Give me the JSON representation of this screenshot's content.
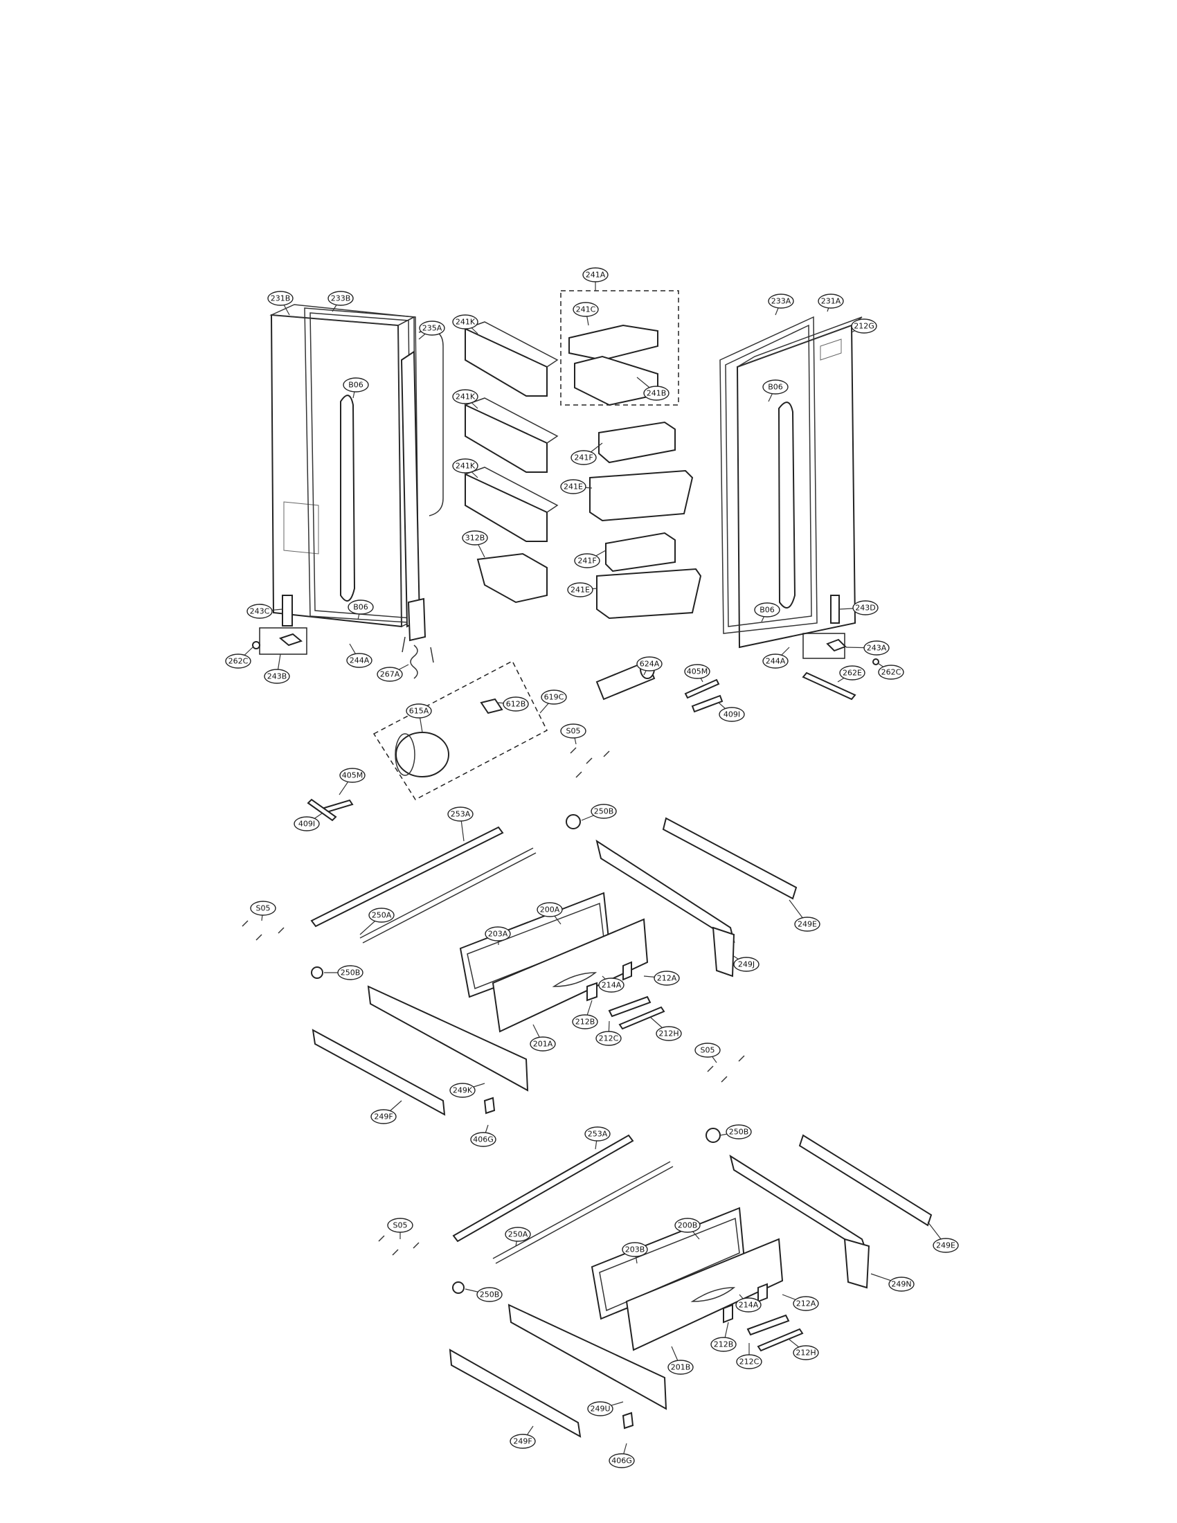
{
  "callouts": [
    {
      "id": "231B",
      "label": "231B"
    },
    {
      "id": "233B",
      "label": "233B"
    },
    {
      "id": "235A",
      "label": "235A"
    },
    {
      "id": "241A",
      "label": "241A"
    },
    {
      "id": "241C",
      "label": "241C"
    },
    {
      "id": "241B",
      "label": "241B"
    },
    {
      "id": "241K-1",
      "label": "241K"
    },
    {
      "id": "241K-2",
      "label": "241K"
    },
    {
      "id": "241K-3",
      "label": "241K"
    },
    {
      "id": "241F-1",
      "label": "241F"
    },
    {
      "id": "241E-1",
      "label": "241E"
    },
    {
      "id": "241F-2",
      "label": "241F"
    },
    {
      "id": "241E-2",
      "label": "241E"
    },
    {
      "id": "312B",
      "label": "312B"
    },
    {
      "id": "233A",
      "label": "233A"
    },
    {
      "id": "231A",
      "label": "231A"
    },
    {
      "id": "212G",
      "label": "212G"
    },
    {
      "id": "B06-L",
      "label": "B06"
    },
    {
      "id": "B06-L2",
      "label": "B06"
    },
    {
      "id": "B06-R",
      "label": "B06"
    },
    {
      "id": "B06-R2",
      "label": "B06"
    },
    {
      "id": "243C",
      "label": "243C"
    },
    {
      "id": "243D",
      "label": "243D"
    },
    {
      "id": "262C-L",
      "label": "262C"
    },
    {
      "id": "243B",
      "label": "243B"
    },
    {
      "id": "244A-L",
      "label": "244A"
    },
    {
      "id": "267A",
      "label": "267A"
    },
    {
      "id": "244A-R",
      "label": "244A"
    },
    {
      "id": "243A",
      "label": "243A"
    },
    {
      "id": "262C-R",
      "label": "262C"
    },
    {
      "id": "262E",
      "label": "262E"
    },
    {
      "id": "624A",
      "label": "624A"
    },
    {
      "id": "405M-1",
      "label": "405M"
    },
    {
      "id": "409I-1",
      "label": "409I"
    },
    {
      "id": "615A",
      "label": "615A"
    },
    {
      "id": "612B",
      "label": "612B"
    },
    {
      "id": "619C",
      "label": "619C"
    },
    {
      "id": "S05-1",
      "label": "S05"
    },
    {
      "id": "405M-2",
      "label": "405M"
    },
    {
      "id": "409I-2",
      "label": "409I"
    },
    {
      "id": "253A-1",
      "label": "253A"
    },
    {
      "id": "250B-1",
      "label": "250B"
    },
    {
      "id": "250A-1",
      "label": "250A"
    },
    {
      "id": "S05-2",
      "label": "S05"
    },
    {
      "id": "200A",
      "label": "200A"
    },
    {
      "id": "203A",
      "label": "203A"
    },
    {
      "id": "249E-1",
      "label": "249E"
    },
    {
      "id": "249J",
      "label": "249J"
    },
    {
      "id": "250B-2",
      "label": "250B"
    },
    {
      "id": "214A-1",
      "label": "214A"
    },
    {
      "id": "212A-1",
      "label": "212A"
    },
    {
      "id": "212B-1",
      "label": "212B"
    },
    {
      "id": "201A",
      "label": "201A"
    },
    {
      "id": "212C-1",
      "label": "212C"
    },
    {
      "id": "212H-1",
      "label": "212H"
    },
    {
      "id": "S05-3",
      "label": "S05"
    },
    {
      "id": "249K",
      "label": "249K"
    },
    {
      "id": "249F-1",
      "label": "249F"
    },
    {
      "id": "406G-1",
      "label": "406G"
    },
    {
      "id": "253A-2",
      "label": "253A"
    },
    {
      "id": "250B-3",
      "label": "250B"
    },
    {
      "id": "S05-4",
      "label": "S05"
    },
    {
      "id": "250A-2",
      "label": "250A"
    },
    {
      "id": "200B",
      "label": "200B"
    },
    {
      "id": "203B",
      "label": "203B"
    },
    {
      "id": "249E-2",
      "label": "249E"
    },
    {
      "id": "249N",
      "label": "249N"
    },
    {
      "id": "250B-4",
      "label": "250B"
    },
    {
      "id": "214A-2",
      "label": "214A"
    },
    {
      "id": "212A-2",
      "label": "212A"
    },
    {
      "id": "212B-2",
      "label": "212B"
    },
    {
      "id": "201B",
      "label": "201B"
    },
    {
      "id": "212C-2",
      "label": "212C"
    },
    {
      "id": "212H-2",
      "label": "212H"
    },
    {
      "id": "249U",
      "label": "249U"
    },
    {
      "id": "249F-2",
      "label": "249F"
    },
    {
      "id": "406G-2",
      "label": "406G"
    }
  ]
}
